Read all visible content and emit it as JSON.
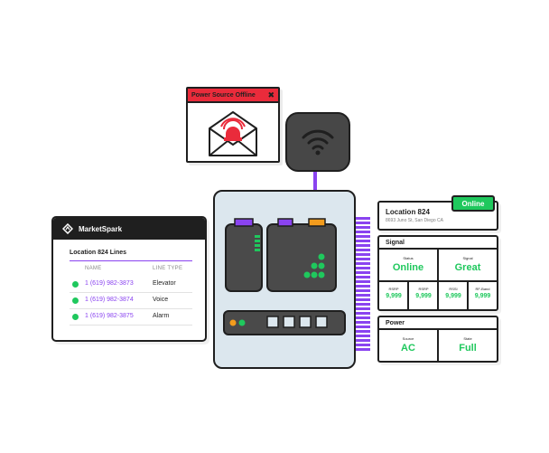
{
  "alert": {
    "title": "Power Source Offline",
    "close_glyph": "✖",
    "icon": "alarm-envelope-icon"
  },
  "hub": {
    "icon": "wifi-icon"
  },
  "colors": {
    "accent": "#8a43f0",
    "online": "#1fc85d",
    "alert": "#ea2b3b",
    "orange": "#f39c1d",
    "dark": "#1f1f1f",
    "panel": "#dce7ee"
  },
  "app": {
    "brand": "MarketSpark",
    "subtitle": "Location 824 Lines",
    "columns": {
      "name": "NAME",
      "type": "LINE TYPE"
    },
    "lines": [
      {
        "phone": "1 (619) 982-3873",
        "type": "Elevator"
      },
      {
        "phone": "1 (619) 982-3874",
        "type": "Voice"
      },
      {
        "phone": "1 (619) 982-3875",
        "type": "Alarm"
      }
    ]
  },
  "location": {
    "title": "Location 824",
    "address": "8693 Juno St, San Diego CA",
    "badge": "Online"
  },
  "signal": {
    "title": "Signal",
    "status_label": "Status",
    "status_value": "Online",
    "signal_label": "Signal",
    "signal_value": "Great",
    "metrics": [
      {
        "label": "RSRP",
        "value": "9,999"
      },
      {
        "label": "RSRP",
        "value": "9,999"
      },
      {
        "label": "RSSI",
        "value": "9,999"
      },
      {
        "label": "RF-Band",
        "value": "9,999"
      }
    ]
  },
  "power": {
    "title": "Power",
    "source_label": "Source",
    "source_value": "AC",
    "state_label": "State",
    "state_value": "Full"
  }
}
